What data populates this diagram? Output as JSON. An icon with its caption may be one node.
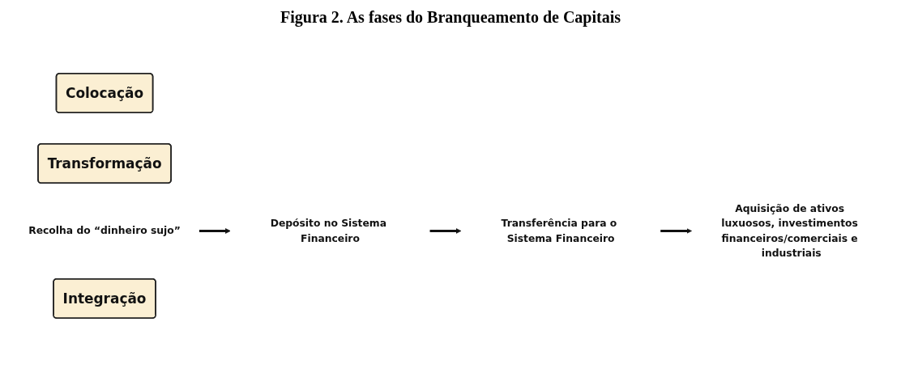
{
  "diagram": {
    "title": "Figura 2. As fases do Branqueamento de Capitais",
    "nodes": [
      {
        "text": [
          "Colocação"
        ]
      },
      {
        "text": [
          "Transformação"
        ]
      },
      {
        "text": [
          "Recolha do “dinheiro sujo”"
        ]
      },
      {
        "text": [
          "Depósito no Sistema Financeiro"
        ]
      },
      {
        "text": [
          "Transferência para o Sistema Financeiro"
        ]
      },
      {
        "text": [
          "Aquisição de ativos luxuosos, investimentos financeiros/comerciais e industriais"
        ]
      },
      {
        "text": [
          "Integração"
        ]
      }
    ],
    "edges": [
      {
        "from": 2,
        "to": 3,
        "arrow": "to"
      },
      {
        "from": 3,
        "to": 4,
        "arrow": "to"
      },
      {
        "from": 4,
        "to": 5,
        "arrow": "to"
      }
    ]
  }
}
